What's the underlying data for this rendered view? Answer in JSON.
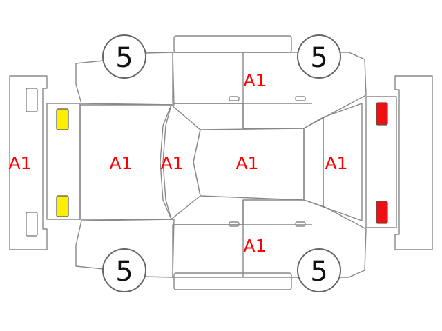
{
  "diagram": {
    "colors": {
      "outline": "#888888",
      "damage_code": "#ff0000",
      "headlight": "#ffee00",
      "taillight": "#ee1111",
      "tire_number": "#111111"
    },
    "tires": {
      "front_left": "5",
      "rear_left": "5",
      "front_right": "5",
      "rear_right": "5"
    },
    "codes": {
      "front_bumper": "A1",
      "hood": "A1",
      "windshield": "A1",
      "roof": "A1",
      "rear_window": "A1",
      "left_side_doors": "A1",
      "right_side_doors": "A1"
    }
  }
}
